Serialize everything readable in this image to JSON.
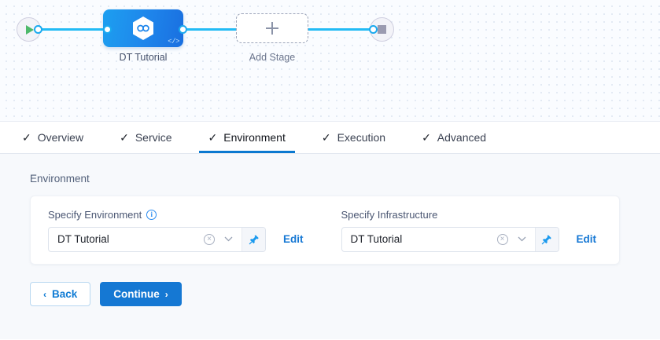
{
  "canvas": {
    "start_node": {
      "name": "pipeline-start",
      "icon": "play-icon"
    },
    "end_node": {
      "name": "pipeline-end",
      "icon": "stop-square-icon"
    },
    "stage": {
      "label": "DT Tutorial",
      "icon": "harness-hexagon-icon",
      "badge_icon": "code-icon",
      "badge_text": "</>"
    },
    "add_stage": {
      "label": "Add Stage",
      "icon": "plus-icon"
    }
  },
  "tabs": [
    {
      "label": "Overview",
      "check": "✓",
      "active": false
    },
    {
      "label": "Service",
      "check": "✓",
      "active": false
    },
    {
      "label": "Environment",
      "check": "✓",
      "active": true
    },
    {
      "label": "Execution",
      "check": "✓",
      "active": false
    },
    {
      "label": "Advanced",
      "check": "✓",
      "active": false
    }
  ],
  "main": {
    "section_title": "Environment",
    "fields": [
      {
        "label": "Specify Environment",
        "has_info_icon": true,
        "info_glyph": "i",
        "value": "DT Tutorial",
        "clear_glyph": "×",
        "chevron_glyph": "∨",
        "pin_icon": "pushpin-icon",
        "edit_label": "Edit"
      },
      {
        "label": "Specify Infrastructure",
        "has_info_icon": false,
        "info_glyph": "",
        "value": "DT Tutorial",
        "clear_glyph": "×",
        "chevron_glyph": "∨",
        "pin_icon": "pushpin-icon",
        "edit_label": "Edit"
      }
    ]
  },
  "footer": {
    "back_label": "Back",
    "back_caret": "‹",
    "continue_label": "Continue",
    "continue_caret": "›"
  },
  "colors": {
    "accent_blue": "#1578d3",
    "edge_blue": "#22bbf5",
    "canvas_bg": "#fafcff",
    "body_bg": "#f7f9fc",
    "play_green": "#4eb96a"
  }
}
